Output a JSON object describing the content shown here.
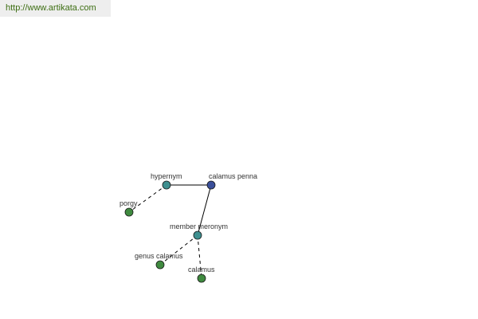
{
  "banner": {
    "url": "http://www.artikata.com"
  },
  "graph": {
    "colors": {
      "background": "#ffffff",
      "banner_background": "#eeeeee",
      "banner_text": "#3d6e12",
      "hub_node": "#3a4f9a",
      "relation_node": "#3e8f8f",
      "leaf_node": "#3f8a3f",
      "edge": "#000000",
      "label": "#333333"
    },
    "nodes": [
      {
        "id": "calamus-penna",
        "label": "calamus penna",
        "kind": "hub"
      },
      {
        "id": "hypernym",
        "label": "hypernym",
        "kind": "relation"
      },
      {
        "id": "member-meronym",
        "label": "member meronym",
        "kind": "relation"
      },
      {
        "id": "porgy",
        "label": "porgy",
        "kind": "leaf"
      },
      {
        "id": "genus-calamus",
        "label": "genus calamus",
        "kind": "leaf"
      },
      {
        "id": "calamus",
        "label": "calamus",
        "kind": "leaf"
      }
    ],
    "edges": [
      {
        "from": "hypernym",
        "to": "calamus-penna",
        "style": "solid"
      },
      {
        "from": "calamus-penna",
        "to": "member-meronym",
        "style": "solid"
      },
      {
        "from": "hypernym",
        "to": "porgy",
        "style": "dashed"
      },
      {
        "from": "member-meronym",
        "to": "genus-calamus",
        "style": "dashed"
      },
      {
        "from": "member-meronym",
        "to": "calamus",
        "style": "dashed"
      }
    ]
  }
}
